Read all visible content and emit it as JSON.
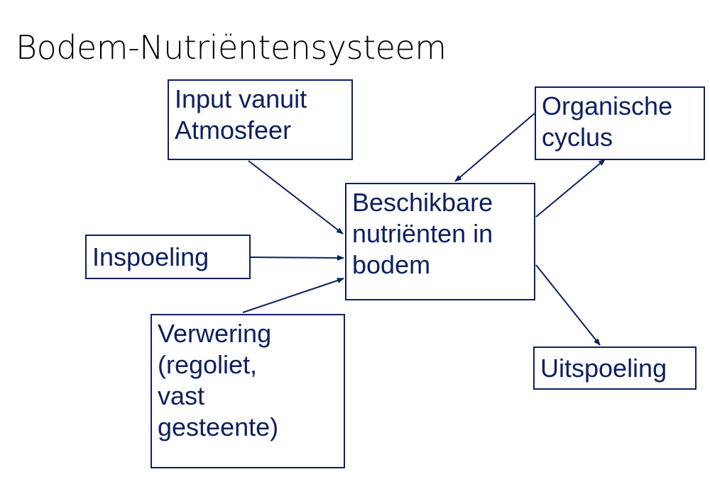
{
  "title": "Bodem-Nutriëntensysteem",
  "colors": {
    "stroke": "#0d2060",
    "text": "#0d2060"
  },
  "nodes": {
    "input": "Input vanuit\nAtmosfeer",
    "organic": "Organische\ncyclus",
    "available": "Beschikbare\nnutriënten in\nbodem",
    "inflow": "Inspoeling",
    "weathering": "Verwering\n(regoliet,\nvast\ngesteente)",
    "leaching": "Uitspoeling"
  },
  "edges": [
    {
      "from": "input",
      "to": "available"
    },
    {
      "from": "inflow",
      "to": "available"
    },
    {
      "from": "weathering",
      "to": "available"
    },
    {
      "from": "organic",
      "to": "available"
    },
    {
      "from": "available",
      "to": "organic"
    },
    {
      "from": "available",
      "to": "leaching"
    }
  ]
}
